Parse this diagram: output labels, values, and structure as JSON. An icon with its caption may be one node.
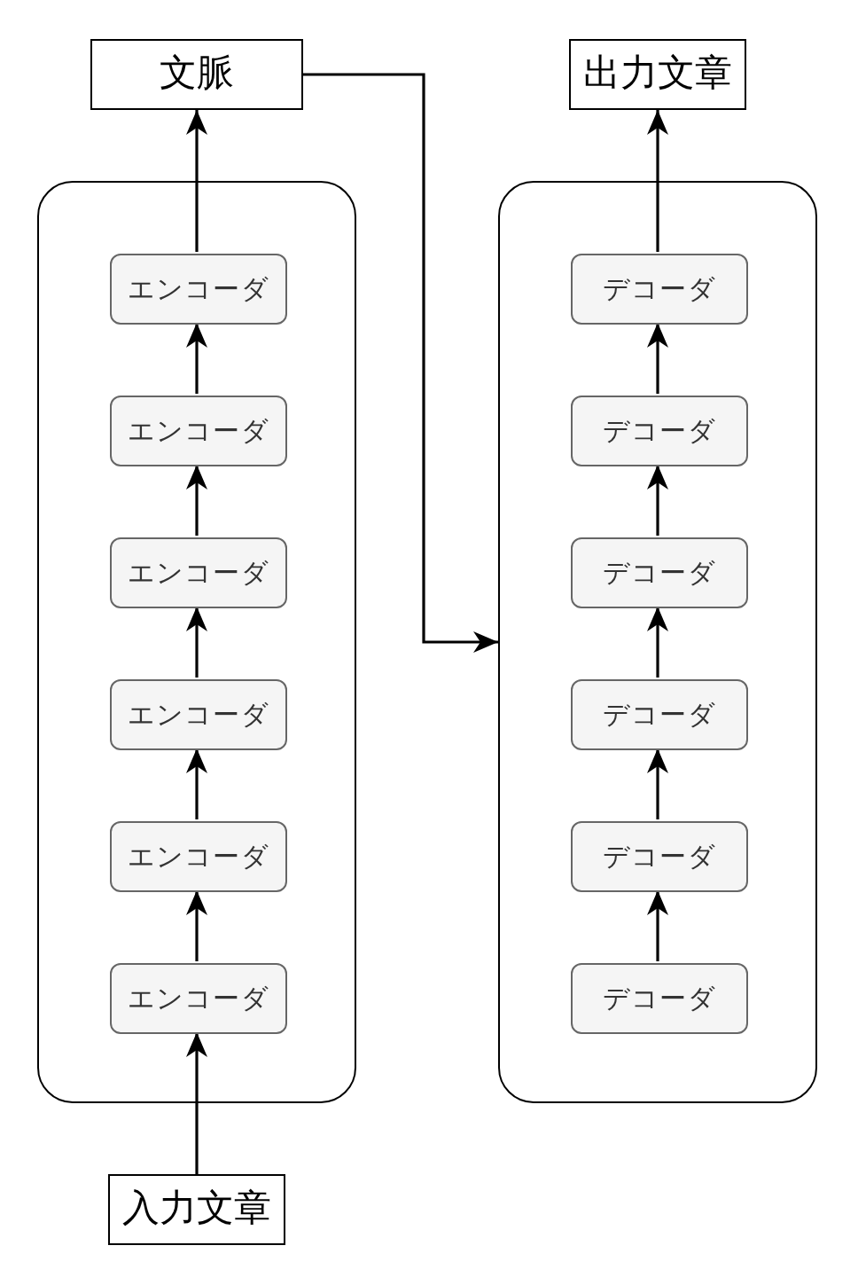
{
  "diagram": {
    "nodes": [
      {
        "text": [
          "文脈"
        ]
      },
      {
        "text": [
          "出力文章"
        ]
      },
      {
        "text": [],
        "shape": "box"
      },
      {
        "text": [
          "エンコーダ"
        ],
        "in": 2
      },
      {
        "text": [
          "エンコーダ"
        ],
        "in": 2
      },
      {
        "text": [
          "エンコーダ"
        ],
        "in": 2
      },
      {
        "text": [
          "エンコーダ"
        ],
        "in": 2
      },
      {
        "text": [
          "エンコーダ"
        ],
        "in": 2
      },
      {
        "text": [
          "エンコーダ"
        ],
        "in": 2
      },
      {
        "text": [],
        "shape": "box"
      },
      {
        "text": [
          "デコーダ"
        ],
        "in": 9
      },
      {
        "text": [
          "デコーダ"
        ],
        "in": 9
      },
      {
        "text": [
          "デコーダ"
        ],
        "in": 9
      },
      {
        "text": [
          "デコーダ"
        ],
        "in": 9
      },
      {
        "text": [
          "デコーダ"
        ],
        "in": 9
      },
      {
        "text": [
          "デコーダ"
        ],
        "in": 9
      },
      {
        "text": [
          "入力文章"
        ]
      }
    ],
    "edges": [
      {
        "from": 16,
        "to": 8,
        "arrow": "to"
      },
      {
        "from": 8,
        "to": 7,
        "arrow": "to"
      },
      {
        "from": 7,
        "to": 6,
        "arrow": "to"
      },
      {
        "from": 6,
        "to": 5,
        "arrow": "to"
      },
      {
        "from": 5,
        "to": 4,
        "arrow": "to"
      },
      {
        "from": 4,
        "to": 3,
        "arrow": "to"
      },
      {
        "from": 3,
        "to": 0,
        "arrow": "to"
      },
      {
        "from": 0,
        "to": 9,
        "arrow": "to"
      },
      {
        "from": 15,
        "to": 14,
        "arrow": "to"
      },
      {
        "from": 14,
        "to": 13,
        "arrow": "to"
      },
      {
        "from": 13,
        "to": 12,
        "arrow": "to"
      },
      {
        "from": 12,
        "to": 11,
        "arrow": "to"
      },
      {
        "from": 11,
        "to": 10,
        "arrow": "to"
      },
      {
        "from": 10,
        "to": 1,
        "arrow": "to"
      }
    ]
  }
}
